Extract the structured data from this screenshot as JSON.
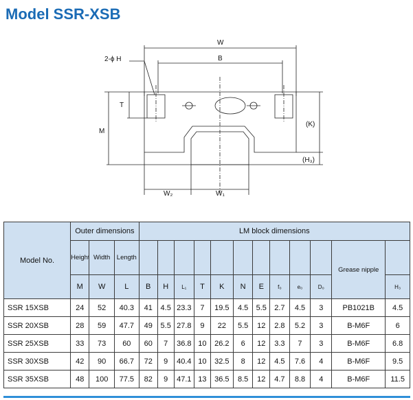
{
  "title": "Model SSR-XSB",
  "drawing": {
    "labels": {
      "W": "W",
      "B": "B",
      "H": "2-ϕ H",
      "T": "T",
      "M": "M",
      "K": "(K)",
      "H3": "(H₃)",
      "W2": "W₂",
      "W1": "W₁"
    }
  },
  "table": {
    "model_header": "Model No.",
    "outer_header": "Outer dimensions",
    "lm_header": "LM block dimensions",
    "height_label": "Height",
    "width_label": "Width",
    "length_label": "Length",
    "grease_label": "Grease nipple",
    "symbols": {
      "M": "M",
      "W": "W",
      "L": "L",
      "B": "B",
      "H": "H",
      "L1": "L₁",
      "T": "T",
      "K": "K",
      "N": "N",
      "E": "E",
      "f0": "f₀",
      "e0": "e₀",
      "D0": "D₀",
      "H3": "H₃"
    },
    "rows": [
      {
        "model": "SSR 15XSB",
        "M": "24",
        "W": "52",
        "L": "40.3",
        "B": "41",
        "H": "4.5",
        "L1": "23.3",
        "T": "7",
        "K": "19.5",
        "N": "4.5",
        "E": "5.5",
        "f0": "2.7",
        "e0": "4.5",
        "D0": "3",
        "nipple": "PB1021B",
        "H3": "4.5"
      },
      {
        "model": "SSR 20XSB",
        "M": "28",
        "W": "59",
        "L": "47.7",
        "B": "49",
        "H": "5.5",
        "L1": "27.8",
        "T": "9",
        "K": "22",
        "N": "5.5",
        "E": "12",
        "f0": "2.8",
        "e0": "5.2",
        "D0": "3",
        "nipple": "B-M6F",
        "H3": "6"
      },
      {
        "model": "SSR 25XSB",
        "M": "33",
        "W": "73",
        "L": "60",
        "B": "60",
        "H": "7",
        "L1": "36.8",
        "T": "10",
        "K": "26.2",
        "N": "6",
        "E": "12",
        "f0": "3.3",
        "e0": "7",
        "D0": "3",
        "nipple": "B-M6F",
        "H3": "6.8"
      },
      {
        "model": "SSR 30XSB",
        "M": "42",
        "W": "90",
        "L": "66.7",
        "B": "72",
        "H": "9",
        "L1": "40.4",
        "T": "10",
        "K": "32.5",
        "N": "8",
        "E": "12",
        "f0": "4.5",
        "e0": "7.6",
        "D0": "4",
        "nipple": "B-M6F",
        "H3": "9.5"
      },
      {
        "model": "SSR 35XSB",
        "M": "48",
        "W": "100",
        "L": "77.5",
        "B": "82",
        "H": "9",
        "L1": "47.1",
        "T": "13",
        "K": "36.5",
        "N": "8.5",
        "E": "12",
        "f0": "4.7",
        "e0": "8.8",
        "D0": "4",
        "nipple": "B-M6F",
        "H3": "11.5"
      }
    ]
  }
}
